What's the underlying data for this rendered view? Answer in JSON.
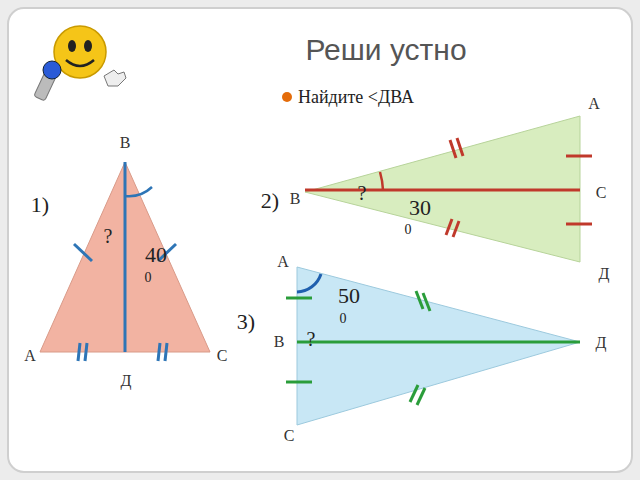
{
  "diagram": {
    "title": "Реши устно",
    "labels": [
      "Найдите <ДВА",
      "1)",
      "В",
      "А",
      "Д",
      "С",
      "?",
      "40",
      "0",
      "2)",
      "А",
      "В",
      "С",
      "Д",
      "?",
      "30",
      "0",
      "3)",
      "А",
      "В",
      "С",
      "Д",
      "?",
      "50",
      "0"
    ]
  }
}
